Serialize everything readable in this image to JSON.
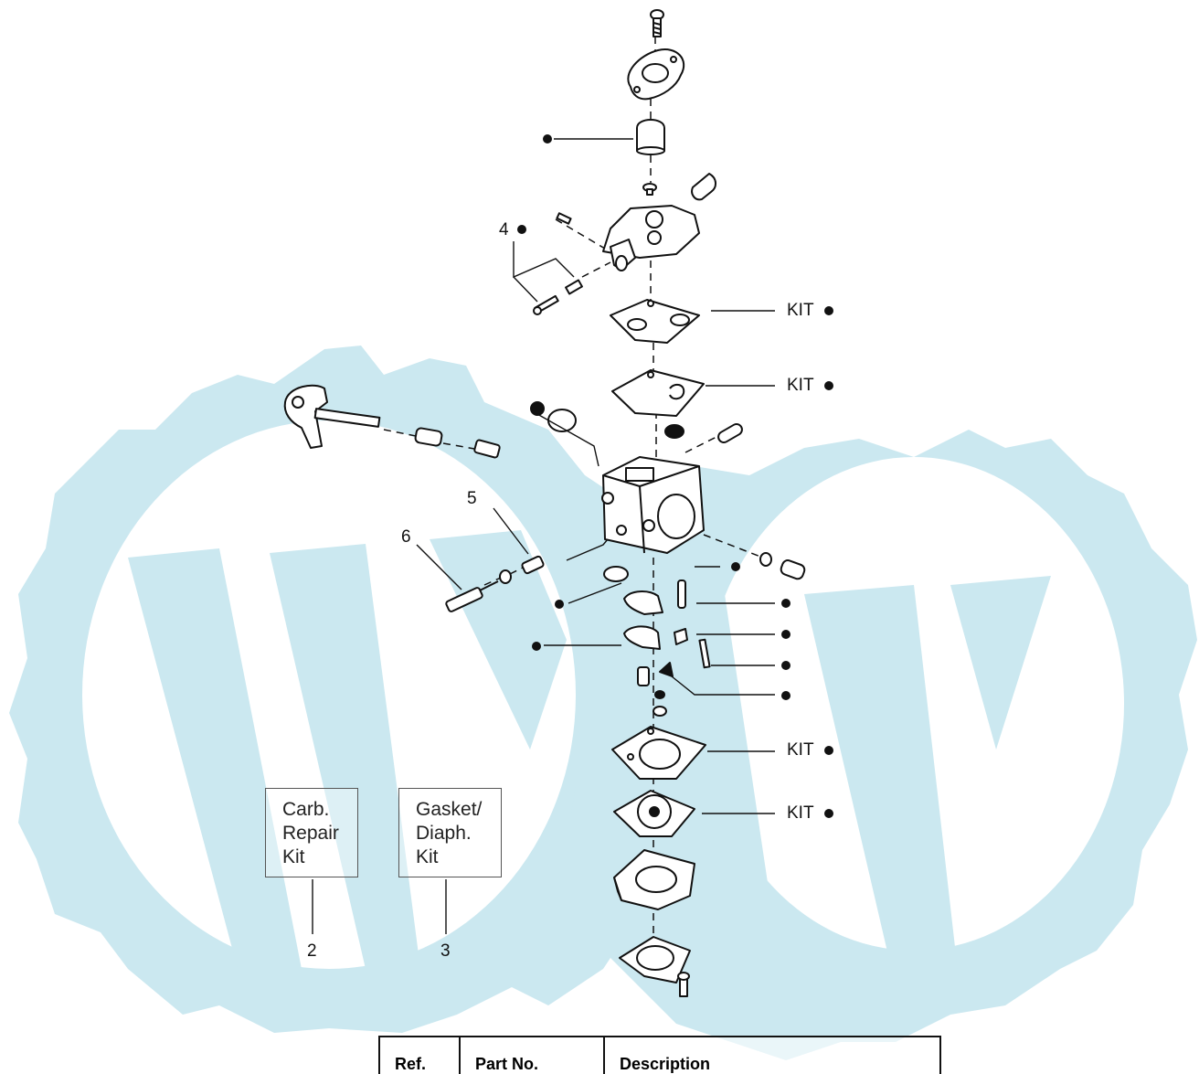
{
  "colors": {
    "watermark": "#cbe8f0",
    "line": "#111111"
  },
  "callouts": {
    "ref_4": "4",
    "ref_5": "5",
    "ref_6": "6",
    "ref_2": "2",
    "ref_3": "3",
    "kit_1": "KIT",
    "kit_2": "KIT",
    "kit_3": "KIT",
    "kit_4": "KIT"
  },
  "boxes": {
    "carb_repair_kit": [
      "Carb.",
      "Repair",
      "Kit"
    ],
    "gasket_diaph_kit": [
      "Gasket/",
      "Diaph.",
      "Kit"
    ]
  },
  "table": {
    "headers": [
      "Ref.",
      "Part No.",
      "Description"
    ]
  }
}
